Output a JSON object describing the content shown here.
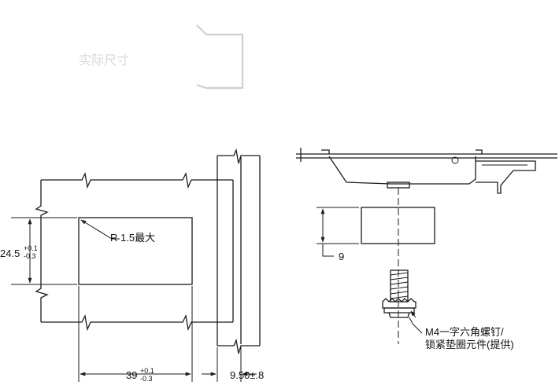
{
  "watermark": {
    "label": "实际尺寸"
  },
  "cutout": {
    "radius_note": "R 1.5最大",
    "height_main": "24.5",
    "height_tol_upper": "+0.1",
    "height_tol_lower": "-0.3",
    "width_main": "39",
    "width_tol_upper": "+0.1",
    "width_tol_lower": "-0.3",
    "thickness": "9.50±.8"
  },
  "side_view": {
    "spacer_dim": "9",
    "screw_note_line1": "M4一字六角螺钉/",
    "screw_note_line2": "锁紧垫圈元件(提供)"
  }
}
